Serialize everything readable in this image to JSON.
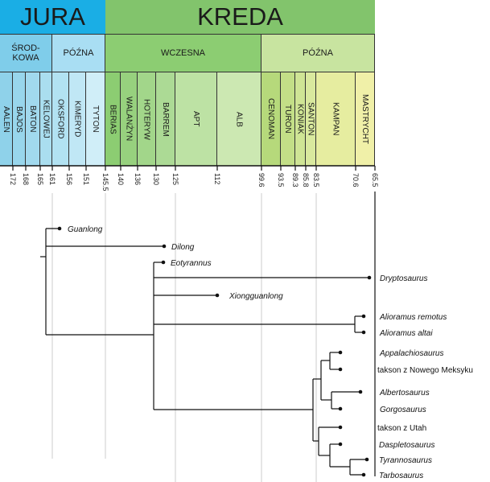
{
  "periods": [
    {
      "name": "JURA",
      "color": "#1aaee5"
    },
    {
      "name": "KREDA",
      "color": "#82c46c"
    }
  ],
  "epochs": [
    {
      "name": "ŚROD-\nKOWA",
      "color": "#7fcdea"
    },
    {
      "name": "PÓŹNA",
      "color": "#a9def3"
    },
    {
      "name": "WCZESNA",
      "color": "#8ccd72"
    },
    {
      "name": "PÓŹNA",
      "color": "#c8e4a0"
    }
  ],
  "stages": [
    {
      "name": "AALEN",
      "color": "#8fd2ea"
    },
    {
      "name": "BAJOS",
      "color": "#98d6ec"
    },
    {
      "name": "BATON",
      "color": "#a1d9ee"
    },
    {
      "name": "KELOWEJ",
      "color": "#aadeef"
    },
    {
      "name": "OKSFORD",
      "color": "#b2e2f2"
    },
    {
      "name": "KIMERYD",
      "color": "#c0e7f5"
    },
    {
      "name": "TYTON",
      "color": "#d0eef8"
    },
    {
      "name": "BERIAS",
      "color": "#8ccd72"
    },
    {
      "name": "WALANŻYN",
      "color": "#97d17e"
    },
    {
      "name": "HOTERYW",
      "color": "#a2d68a"
    },
    {
      "name": "BARREM",
      "color": "#acda95"
    },
    {
      "name": "APT",
      "color": "#bde2a4"
    },
    {
      "name": "ALB",
      "color": "#cce8b2"
    },
    {
      "name": "CENOMAN",
      "color": "#b6d97b"
    },
    {
      "name": "TURON",
      "color": "#c3df87"
    },
    {
      "name": "KONIAK",
      "color": "#cfe595"
    },
    {
      "name": "SANTON",
      "color": "#d9e99e"
    },
    {
      "name": "KAMPAN",
      "color": "#e6eda0"
    },
    {
      "name": "MASTRYCHT",
      "color": "#f0f0a8"
    }
  ],
  "ticks": [
    "172",
    "168",
    "165",
    "161",
    "156",
    "151",
    "145.5",
    "140",
    "136",
    "130",
    "125",
    "112",
    "99.6",
    "93.5",
    "89.3",
    "85.8",
    "83.5",
    "70.6",
    "65.5"
  ],
  "taxa": [
    {
      "name": "Guanlong",
      "italic": true
    },
    {
      "name": "Dilong",
      "italic": true
    },
    {
      "name": "Eotyrannus",
      "italic": true
    },
    {
      "name": "Dryptosaurus",
      "italic": true
    },
    {
      "name": "Xiongguanlong",
      "italic": true
    },
    {
      "name": "Alioramus remotus",
      "italic": true
    },
    {
      "name": "Alioramus altai",
      "italic": true
    },
    {
      "name": "Appalachiosaurus",
      "italic": true
    },
    {
      "name": "takson z Nowego Meksyku",
      "italic": false
    },
    {
      "name": "Albertosaurus",
      "italic": true
    },
    {
      "name": "Gorgosaurus",
      "italic": true
    },
    {
      "name": "takson z Utah",
      "italic": false
    },
    {
      "name": "Daspletosaurus",
      "italic": true
    },
    {
      "name": "Tyrannosaurus",
      "italic": true
    },
    {
      "name": "Tarbosaurus",
      "italic": true
    }
  ]
}
